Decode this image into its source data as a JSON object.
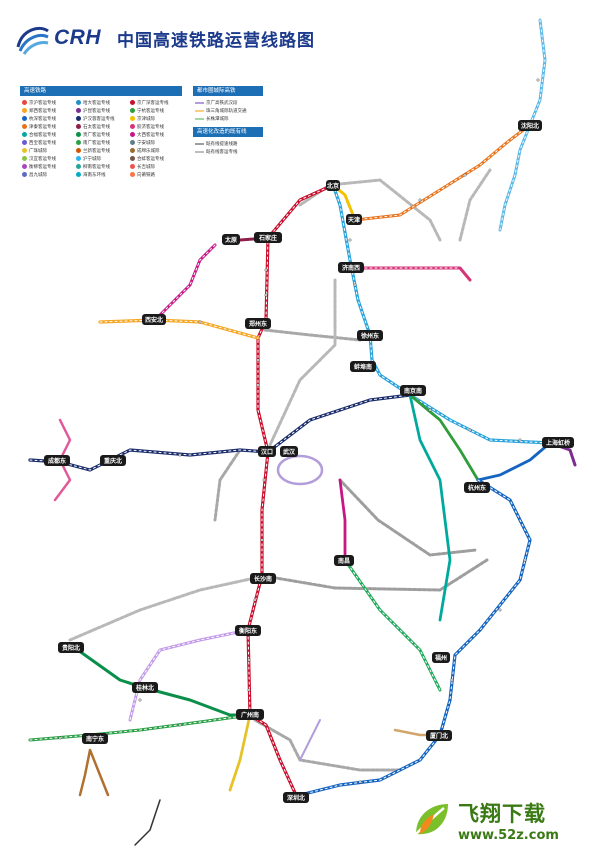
{
  "header": {
    "logo_text": "CRH",
    "title": "中国高速铁路运营线路图"
  },
  "legend_main": {
    "title": "高速铁路",
    "items": [
      {
        "label": "京沪客运专线",
        "color": "#e8453c"
      },
      {
        "label": "哈大客运专线",
        "color": "#1e90c8"
      },
      {
        "label": "京广深客运专线",
        "color": "#c8102e"
      },
      {
        "label": "郑西客运专线",
        "color": "#f5a623"
      },
      {
        "label": "沪昆客运专线",
        "color": "#7b2d8e"
      },
      {
        "label": "宁杭客运专线",
        "color": "#2e9d3a"
      },
      {
        "label": "杭深客运专线",
        "color": "#1565c0"
      },
      {
        "label": "沪汉蓉客运专线",
        "color": "#1a2c6b"
      },
      {
        "label": "京津城际",
        "color": "#f2c200"
      },
      {
        "label": "津秦客运专线",
        "color": "#e8731c"
      },
      {
        "label": "石太客运专线",
        "color": "#8e1f4d"
      },
      {
        "label": "胶济客运专线",
        "color": "#d6337a"
      },
      {
        "label": "合福客运专线",
        "color": "#00a99d"
      },
      {
        "label": "贵广客运专线",
        "color": "#0a8f4a"
      },
      {
        "label": "大西客运专线",
        "color": "#c71585"
      },
      {
        "label": "西宝客运专线",
        "color": "#6a5acd"
      },
      {
        "label": "南广客运专线",
        "color": "#2aa046"
      },
      {
        "label": "宁安城际",
        "color": "#607d8b"
      },
      {
        "label": "广珠城际",
        "color": "#e6c229"
      },
      {
        "label": "兰新客运专线",
        "color": "#d35400"
      },
      {
        "label": "成绵乐城际",
        "color": "#9c6b30"
      },
      {
        "label": "汉宜客运专线",
        "color": "#8bc34a"
      },
      {
        "label": "沪宁城际",
        "color": "#29b6f6"
      },
      {
        "label": "合蚌客运专线",
        "color": "#795548"
      },
      {
        "label": "衡柳客运专线",
        "color": "#ab47bc"
      },
      {
        "label": "柳南客运专线",
        "color": "#26a69a"
      },
      {
        "label": "长吉城际",
        "color": "#ef5350"
      },
      {
        "label": "昌九城际",
        "color": "#5c6bc0"
      },
      {
        "label": "海南东环线",
        "color": "#00acc1"
      },
      {
        "label": "向莆铁路",
        "color": "#ff7043"
      }
    ]
  },
  "legend_city": {
    "title": "都市圈城际高铁",
    "items": [
      {
        "label": "京广高铁武汉段",
        "color": "#b39ddb"
      },
      {
        "label": "珠三角城际轨道交通",
        "color": "#ffcc80"
      },
      {
        "label": "长株潭城际",
        "color": "#a5d6a7"
      }
    ]
  },
  "legend_conv": {
    "title": "高速化改造的既有线",
    "items": [
      {
        "label": "既有线提速线路",
        "color": "#9e9e9e"
      },
      {
        "label": "既有线客运专线",
        "color": "#bdbdbd"
      }
    ]
  },
  "hubs": [
    {
      "name": "北京"
    },
    {
      "name": "天津"
    },
    {
      "name": "沈阳北"
    },
    {
      "name": "太原"
    },
    {
      "name": "石家庄"
    },
    {
      "name": "济南西"
    },
    {
      "name": "郑州东"
    },
    {
      "name": "西安北"
    },
    {
      "name": "徐州东"
    },
    {
      "name": "蚌埠南"
    },
    {
      "name": "南京南"
    },
    {
      "name": "上海虹桥"
    },
    {
      "name": "杭州东"
    },
    {
      "name": "汉口"
    },
    {
      "name": "武汉"
    },
    {
      "name": "南昌"
    },
    {
      "name": "长沙南"
    },
    {
      "name": "衡阳东"
    },
    {
      "name": "贵阳北"
    },
    {
      "name": "桂林北"
    },
    {
      "name": "南宁东"
    },
    {
      "name": "广州南"
    },
    {
      "name": "深圳北"
    },
    {
      "name": "厦门北"
    },
    {
      "name": "福州"
    },
    {
      "name": "成都东"
    },
    {
      "name": "重庆北"
    }
  ],
  "watermark": {
    "name": "飞翔下载",
    "url": "www.52z.com"
  }
}
